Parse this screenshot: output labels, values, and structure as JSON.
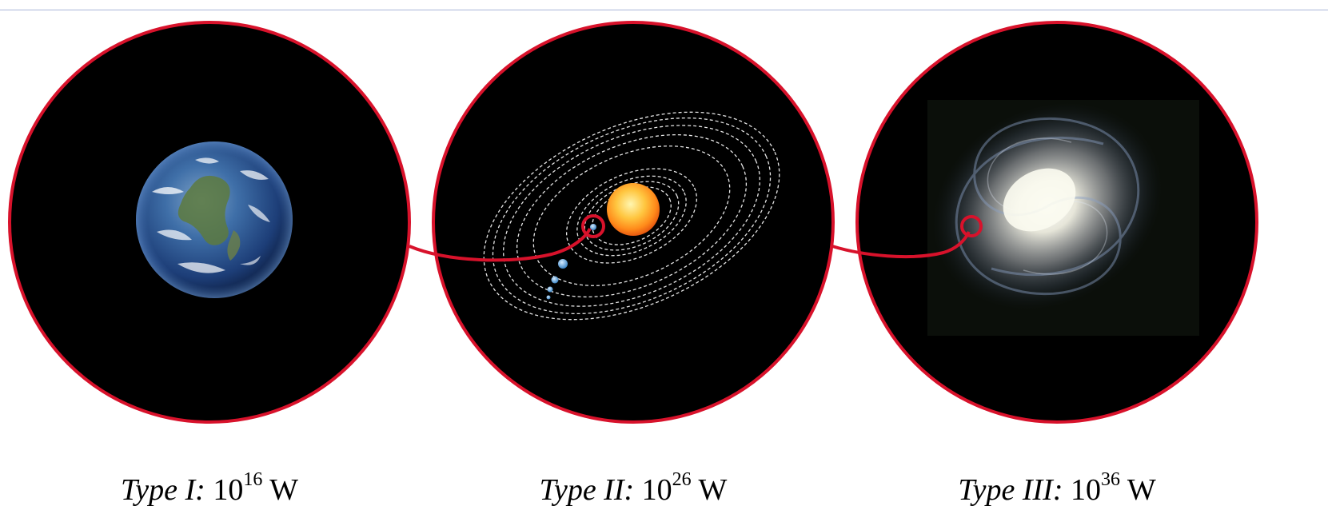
{
  "panels": [
    {
      "id": "type-1",
      "icon": "earth-planet",
      "caption": {
        "type": "Type I:",
        "base": "10",
        "exponent": "16",
        "unit": "W"
      }
    },
    {
      "id": "type-2",
      "icon": "solar-system",
      "caption": {
        "type": "Type II:",
        "base": "10",
        "exponent": "26",
        "unit": "W"
      }
    },
    {
      "id": "type-3",
      "icon": "spiral-galaxy",
      "caption": {
        "type": "Type III:",
        "base": "10",
        "exponent": "36",
        "unit": "W"
      }
    }
  ],
  "colors": {
    "frame": "#d8122b",
    "space": "#000000",
    "rule": "#a9b6d8"
  }
}
